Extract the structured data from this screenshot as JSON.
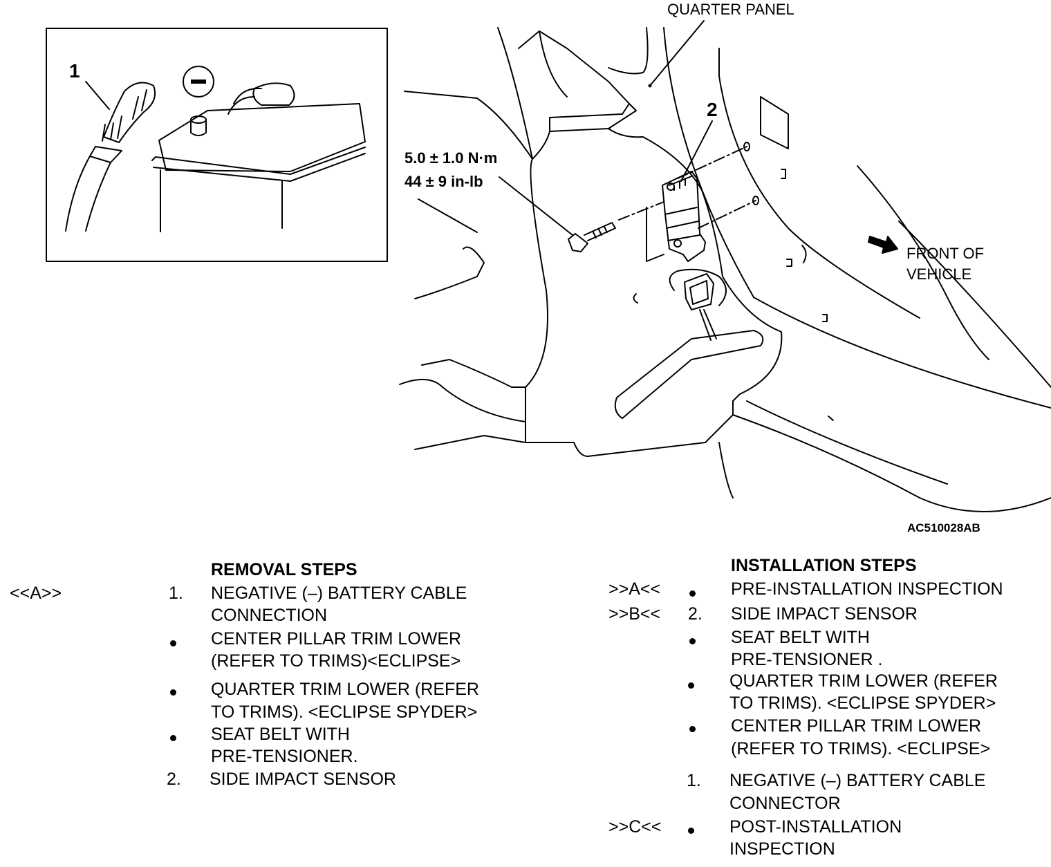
{
  "figure_id": "AC510028AB",
  "callouts": {
    "battery_item": "1",
    "sensor_item": "2",
    "negative_symbol": "−",
    "quarter_panel": "QUARTER PANEL",
    "torque_metric": "5.0 ± 1.0 N·m",
    "torque_imperial": "44 ± 9 in-lb",
    "front_of_vehicle_line1": "FRONT OF",
    "front_of_vehicle_line2": "VEHICLE"
  },
  "removal": {
    "heading": "REMOVAL STEPS",
    "steps": [
      {
        "code": "<<A>>",
        "marker": "1.",
        "lines": [
          "NEGATIVE (–) BATTERY CABLE",
          "CONNECTION"
        ]
      },
      {
        "code": "",
        "marker": "•",
        "lines": [
          "CENTER PILLAR TRIM LOWER",
          "(REFER TO TRIMS)<ECLIPSE>"
        ]
      },
      {
        "code": "",
        "marker": "•",
        "lines": [
          "QUARTER TRIM LOWER (REFER",
          "TO TRIMS). <ECLIPSE SPYDER>"
        ]
      },
      {
        "code": "",
        "marker": "•",
        "lines": [
          "SEAT BELT WITH",
          "PRE-TENSIONER."
        ]
      },
      {
        "code": "",
        "marker": "2.",
        "lines": [
          "SIDE IMPACT SENSOR"
        ]
      }
    ]
  },
  "installation": {
    "heading": "INSTALLATION STEPS",
    "steps": [
      {
        "code": ">>A<<",
        "marker": "•",
        "lines": [
          "PRE-INSTALLATION INSPECTION"
        ]
      },
      {
        "code": ">>B<<",
        "marker": "2.",
        "lines": [
          "SIDE IMPACT SENSOR"
        ]
      },
      {
        "code": "",
        "marker": "•",
        "lines": [
          "SEAT BELT WITH",
          "PRE-TENSIONER ."
        ]
      },
      {
        "code": "",
        "marker": "•",
        "lines": [
          "QUARTER TRIM LOWER (REFER",
          "TO TRIMS). <ECLIPSE SPYDER>"
        ]
      },
      {
        "code": "",
        "marker": "•",
        "lines": [
          "CENTER PILLAR TRIM LOWER",
          "(REFER TO TRIMS). <ECLIPSE>"
        ]
      },
      {
        "code": "",
        "marker": "1.",
        "lines": [
          "NEGATIVE (–) BATTERY CABLE",
          "CONNECTOR"
        ]
      },
      {
        "code": ">>C<<",
        "marker": "•",
        "lines": [
          "POST-INSTALLATION",
          "INSPECTION"
        ]
      }
    ]
  }
}
